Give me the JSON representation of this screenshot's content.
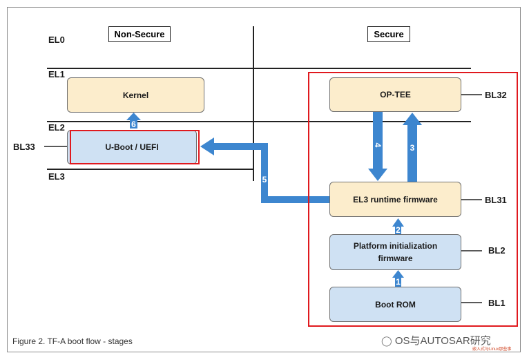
{
  "levels": {
    "el0": "EL0",
    "el1": "EL1",
    "el2": "EL2",
    "el3": "EL3"
  },
  "columns": {
    "non_secure": "Non-Secure",
    "secure": "Secure"
  },
  "boxes": {
    "kernel": "Kernel",
    "uboot": "U-Boot / UEFI",
    "optee": "OP-TEE",
    "el3_runtime": "EL3 runtime firmware",
    "platform_init_line1": "Platform initialization",
    "platform_init_line2": "firmware",
    "boot_rom": "Boot ROM"
  },
  "bootloader_stages": {
    "bl33": "BL33",
    "bl32": "BL32",
    "bl31": "BL31",
    "bl2": "BL2",
    "bl1": "BL1"
  },
  "arrows": {
    "a1": "1",
    "a2": "2",
    "a3": "3",
    "a4": "4",
    "a5": "5",
    "a6": "6"
  },
  "caption": "Figure 2.  TF-A boot flow - stages",
  "watermark": {
    "main": "OS与AUTOSAR研究",
    "small": "嵌入式与Linux那些事"
  },
  "colors": {
    "arrow": "#3d86cf",
    "highlight": "#e0191e",
    "tan_box": "#fcedcc",
    "blue_box": "#cfe1f3"
  }
}
